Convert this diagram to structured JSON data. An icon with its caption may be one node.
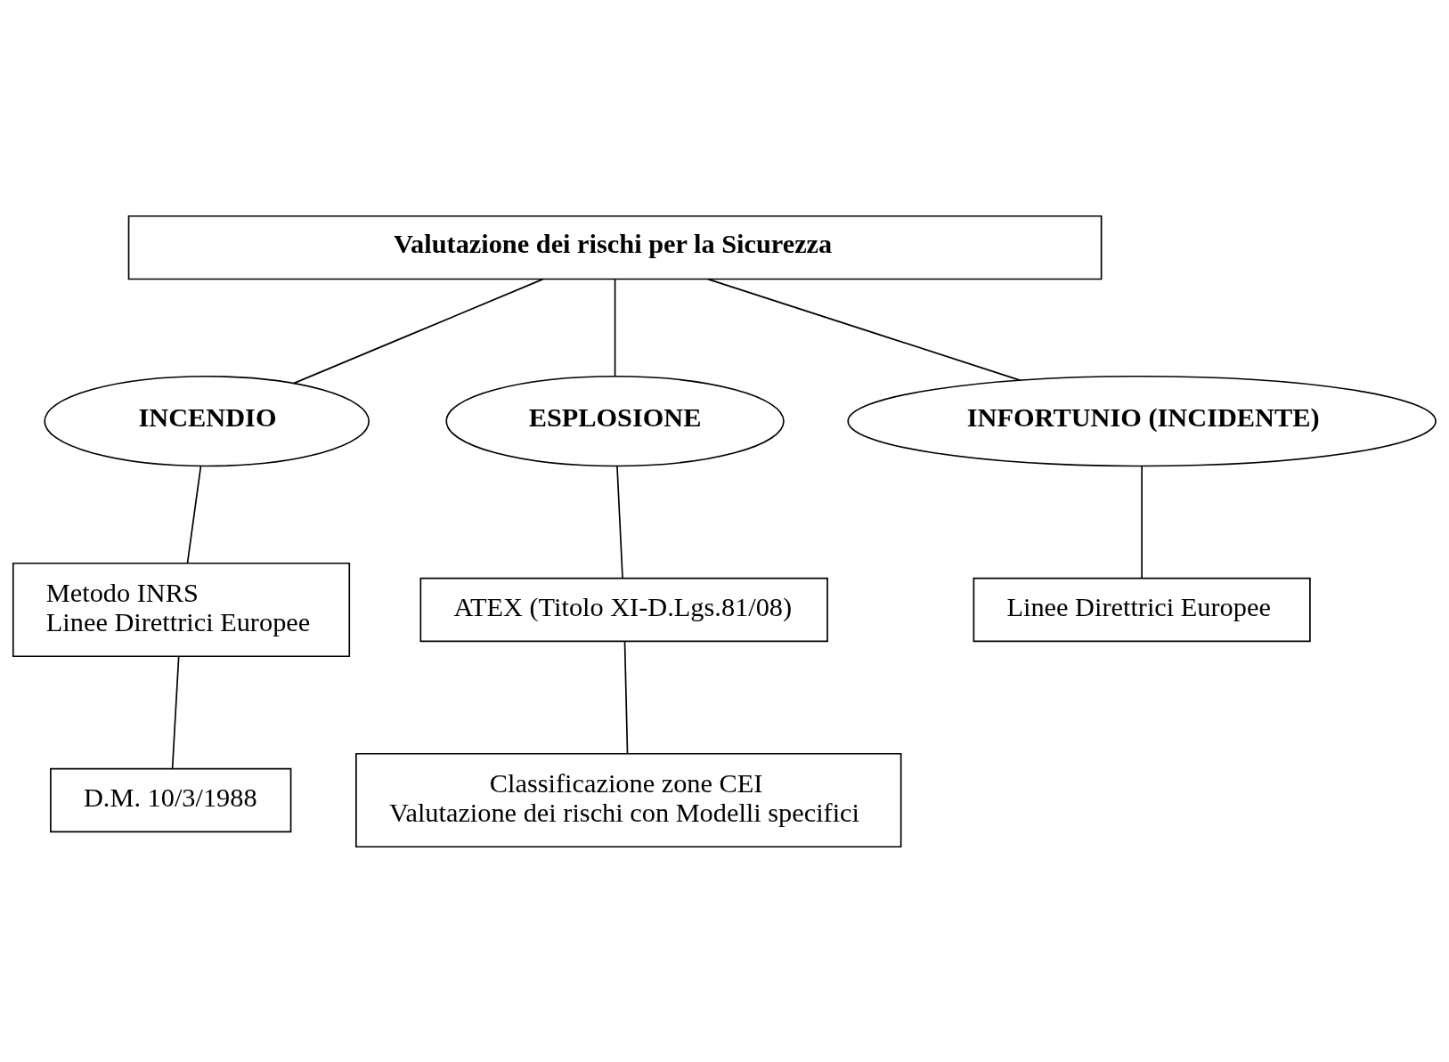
{
  "diagram": {
    "nodes": [
      {
        "text": [
          "Valutazione dei rischi per la Sicurezza"
        ]
      },
      {
        "text": [
          "INCENDIO"
        ]
      },
      {
        "text": [
          "ESPLOSIONE"
        ]
      },
      {
        "text": [
          "INFORTUNIO (INCIDENTE)"
        ]
      },
      {
        "text": [
          "Metodo INRS",
          "Linee Direttrici Europee"
        ]
      },
      {
        "text": [
          "D.M. 10/3/1988"
        ]
      },
      {
        "text": [
          "ATEX (Titolo XI-D.Lgs.81/08)"
        ]
      },
      {
        "text": [
          "Classificazione zone CEI",
          "Valutazione dei rischi con Modelli specifici"
        ]
      },
      {
        "text": [
          "Linee Direttrici Europee"
        ]
      }
    ],
    "edges": [
      {
        "from": 0,
        "to": 1,
        "arrow": "none"
      },
      {
        "from": 0,
        "to": 2,
        "arrow": "none"
      },
      {
        "from": 0,
        "to": 3,
        "arrow": "none"
      },
      {
        "from": 1,
        "to": 4,
        "arrow": "none"
      },
      {
        "from": 4,
        "to": 5,
        "arrow": "none"
      },
      {
        "from": 2,
        "to": 6,
        "arrow": "none"
      },
      {
        "from": 6,
        "to": 7,
        "arrow": "none"
      },
      {
        "from": 3,
        "to": 8,
        "arrow": "none"
      }
    ]
  }
}
